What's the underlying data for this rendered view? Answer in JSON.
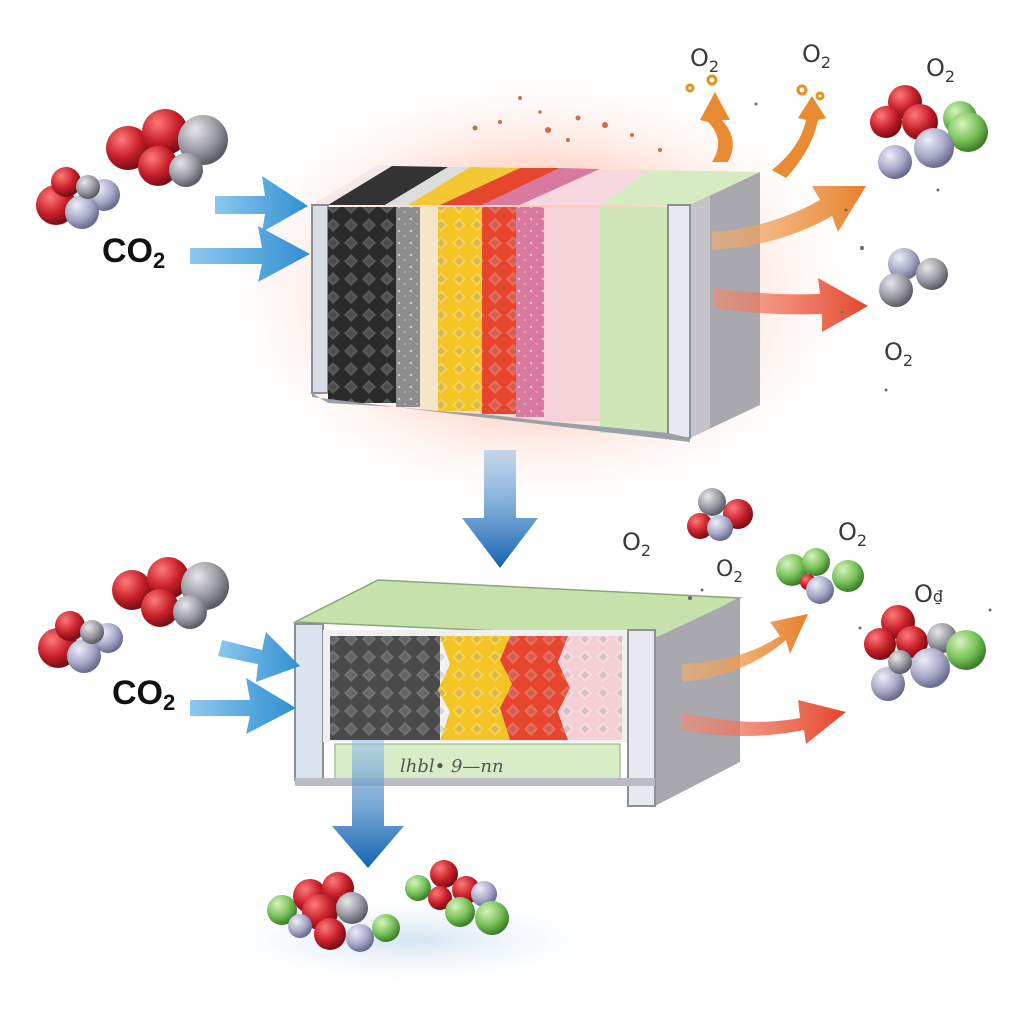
{
  "labels": {
    "top_co2": "CO",
    "top_co2_sub": "2",
    "top_o2_1": "O",
    "top_o2_1_sub": "2",
    "top_o2_2": "O",
    "top_o2_2_sub": "2",
    "top_o2_3": "O",
    "top_o2_3_sub": "2",
    "top_o2_4": "O",
    "top_o2_4_sub": "2",
    "bottom_co2": "CO",
    "bottom_co2_sub": "2",
    "bottom_o2_1": "O",
    "bottom_o2_1_sub": "2",
    "bottom_o2_2": "O",
    "bottom_o2_2_sub": "2",
    "bottom_o2_3": "O",
    "bottom_o2_3_sub": "2",
    "bottom_o2_4": "O",
    "bottom_o2_4_sub": "₫",
    "strip_text": "lhbl•  9—nn"
  },
  "colors": {
    "co2_arrow": "#5aa9dd",
    "o2_arrow_orange": "#ea8a33",
    "o2_arrow_red": "#e9543a",
    "down_arrow": "#1e6fb8",
    "glow": "#ff8a6a",
    "atom_red": "#c8202a",
    "atom_gray": "#9a9aa4",
    "atom_lavender": "#a8aac8",
    "atom_green": "#78c25a",
    "layer_black": "#2a2a2a",
    "layer_yellow": "#f2c424",
    "layer_red": "#e6452e",
    "layer_pink": "#d87aa0",
    "layer_lightpink": "#f4d2d8",
    "layer_green": "#cfe6b8",
    "box_side": "#a8a8ae"
  }
}
